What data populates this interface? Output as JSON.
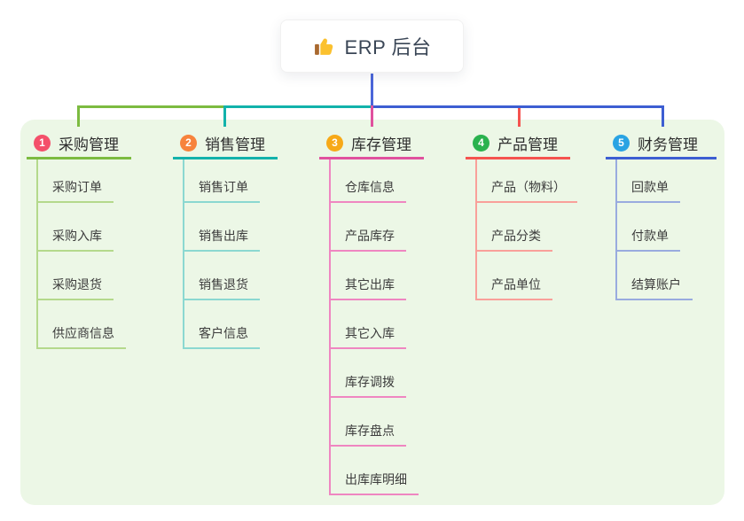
{
  "root": {
    "title": "ERP 后台",
    "icon": "thumbs-up-icon"
  },
  "branches": [
    {
      "index": "1",
      "label": "采购管理",
      "badge_color": "#f4506a",
      "line_color": "#7cbb40",
      "light_line_color": "#b4d98c",
      "children": [
        "采购订单",
        "采购入库",
        "采购退货",
        "供应商信息"
      ]
    },
    {
      "index": "2",
      "label": "销售管理",
      "badge_color": "#f7833c",
      "line_color": "#12b2ab",
      "light_line_color": "#8bd8d1",
      "children": [
        "销售订单",
        "销售出库",
        "销售退货",
        "客户信息"
      ]
    },
    {
      "index": "3",
      "label": "库存管理",
      "badge_color": "#f7a918",
      "line_color": "#e0519e",
      "light_line_color": "#ef86c1",
      "children": [
        "仓库信息",
        "产品库存",
        "其它出库",
        "其它入库",
        "库存调拨",
        "库存盘点",
        "出库库明细"
      ]
    },
    {
      "index": "4",
      "label": "产品管理",
      "badge_color": "#2ab24e",
      "line_color": "#f5534f",
      "light_line_color": "#f9a09a",
      "children": [
        "产品（物料）",
        "产品分类",
        "产品单位"
      ]
    },
    {
      "index": "5",
      "label": "财务管理",
      "badge_color": "#29a3e3",
      "line_color": "#3d5ed2",
      "light_line_color": "#99abdf",
      "children": [
        "回款单",
        "付款单",
        "结算账户"
      ]
    }
  ],
  "colors": {
    "canvas_bg": "#ffffff",
    "panel_bg": "#ecf7e6",
    "root_connector": "#4b66d9",
    "root_title_color": "#3a4656",
    "emoji_gold": "#fbc12f",
    "emoji_cuff": "#a9692f"
  }
}
